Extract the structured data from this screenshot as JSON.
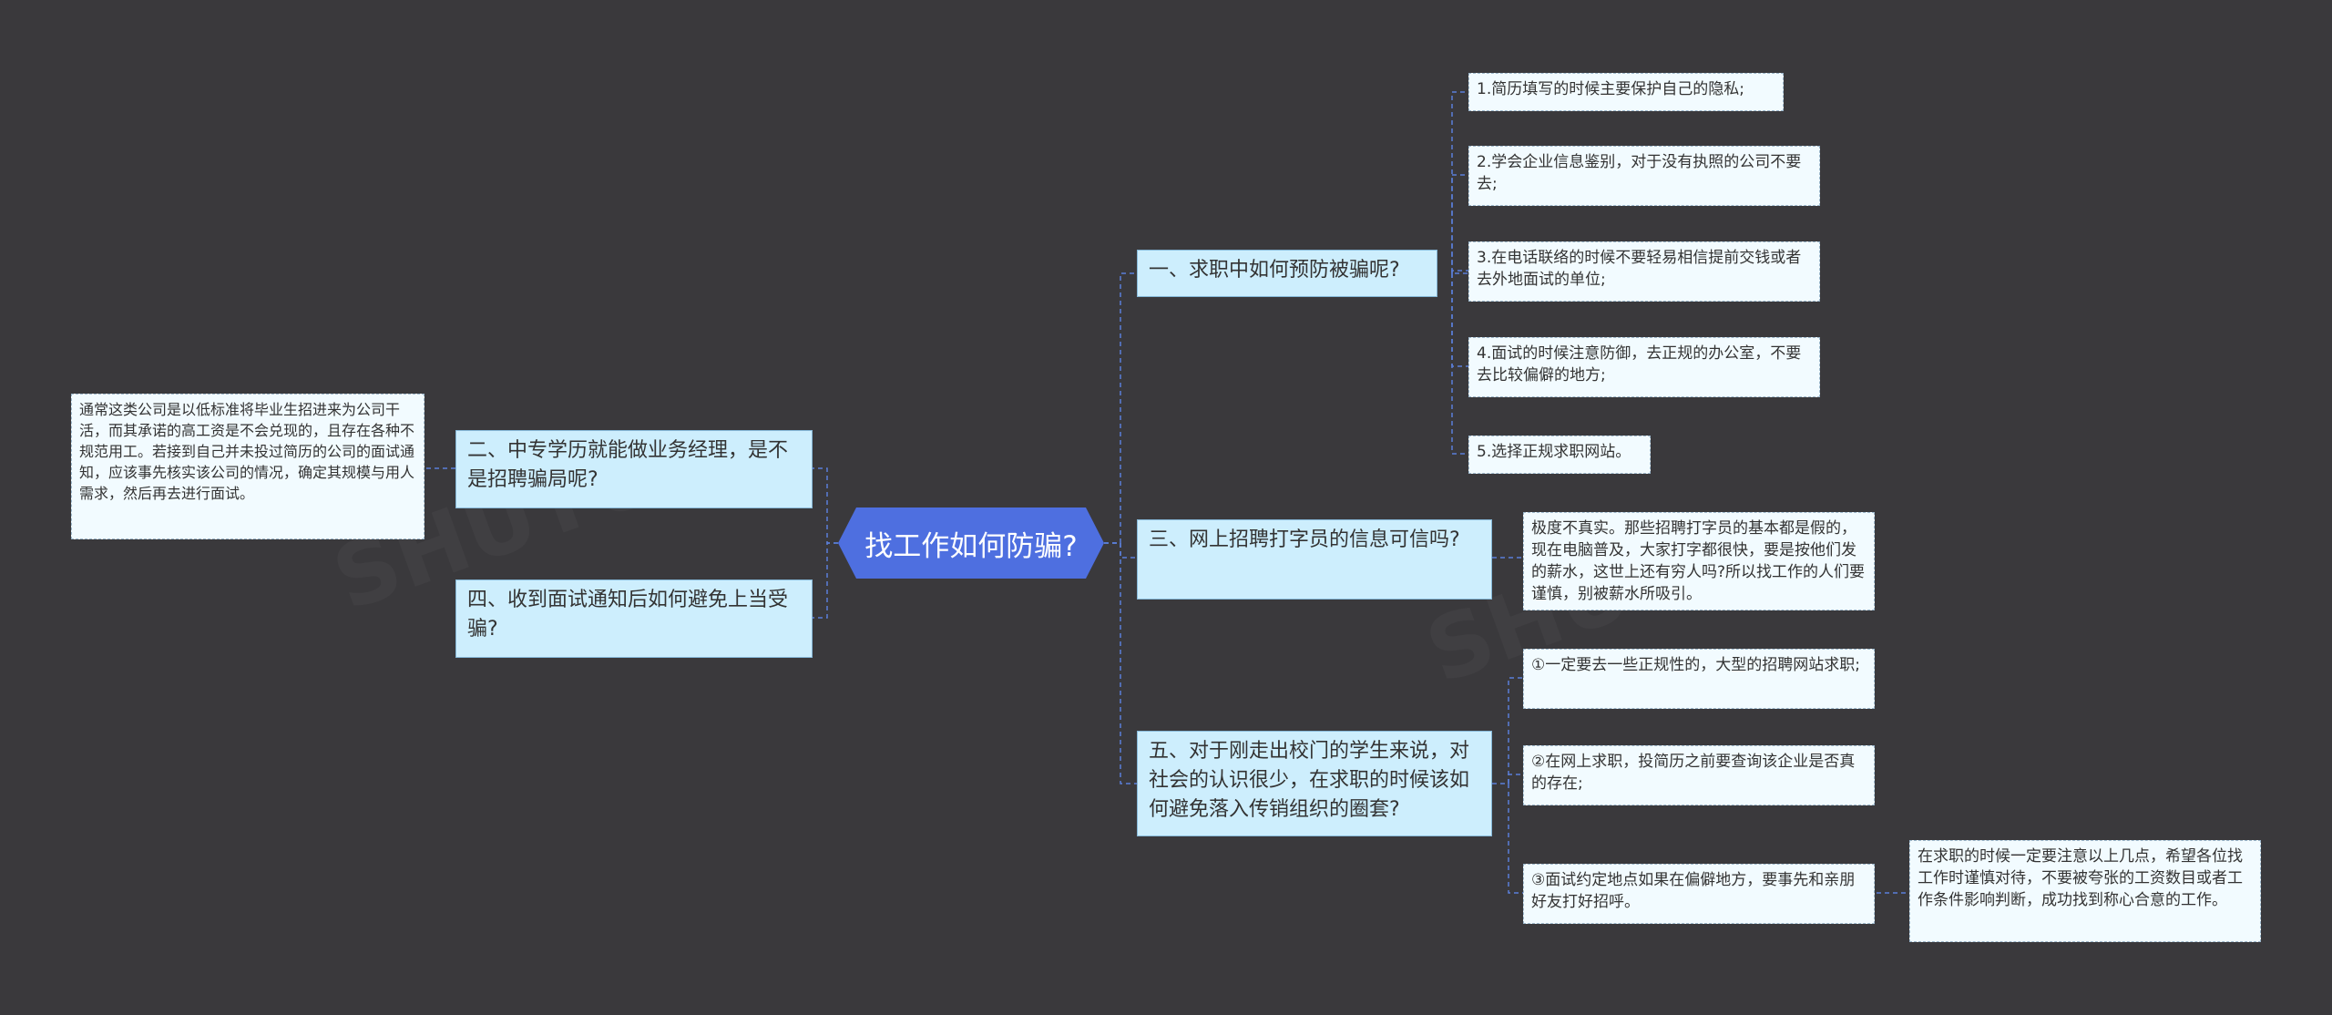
{
  "root": {
    "label": "找工作如何防骗?"
  },
  "branches": {
    "b1": {
      "label": "一、求职中如何预防被骗呢?"
    },
    "b2": {
      "label": "二、中专学历就能做业务经理，是不是招聘骗局呢?"
    },
    "b3": {
      "label": "三、网上招聘打字员的信息可信吗?"
    },
    "b4": {
      "label": "四、收到面试通知后如何避免上当受骗?"
    },
    "b5": {
      "label": "五、对于刚走出校门的学生来说，对社会的认识很少，在求职的时候该如何避免落入传销组织的圈套?"
    }
  },
  "leaves": {
    "b1_1": "1.简历填写的时候主要保护自己的隐私;",
    "b1_2": "2.学会企业信息鉴别，对于没有执照的公司不要去;",
    "b1_3": "3.在电话联络的时候不要轻易相信提前交钱或者去外地面试的单位;",
    "b1_4": "4.面试的时候注意防御，去正规的办公室，不要去比较偏僻的地方;",
    "b1_5": "5.选择正规求职网站。",
    "b2_1": "通常这类公司是以低标准将毕业生招进来为公司干活，而其承诺的高工资是不会兑现的，且存在各种不规范用工。若接到自己并未投过简历的公司的面试通知，应该事先核实该公司的情况，确定其规模与用人需求，然后再去进行面试。",
    "b3_1": "极度不真实。那些招聘打字员的基本都是假的，现在电脑普及，大家打字都很快，要是按他们发的薪水，这世上还有穷人吗?所以找工作的人们要谨慎，别被薪水所吸引。",
    "b5_1": "①一定要去一些正规性的，大型的招聘网站求职;",
    "b5_2": "②在网上求职，投简历之前要查询该企业是否真的存在;",
    "b5_3": "③面试约定地点如果在偏僻地方，要事先和亲朋好友打好招呼。",
    "b5_3_1": "在求职的时候一定要注意以上几点，希望各位找工作时谨慎对待，不要被夸张的工资数目或者工作条件影响判断，成功找到称心合意的工作。"
  },
  "colors": {
    "background": "#3a393c",
    "root_fill": "#4e6fe0",
    "branch_fill": "#cdeefd",
    "leaf_fill": "#f2fbff",
    "connector": "#5b7fd9"
  }
}
